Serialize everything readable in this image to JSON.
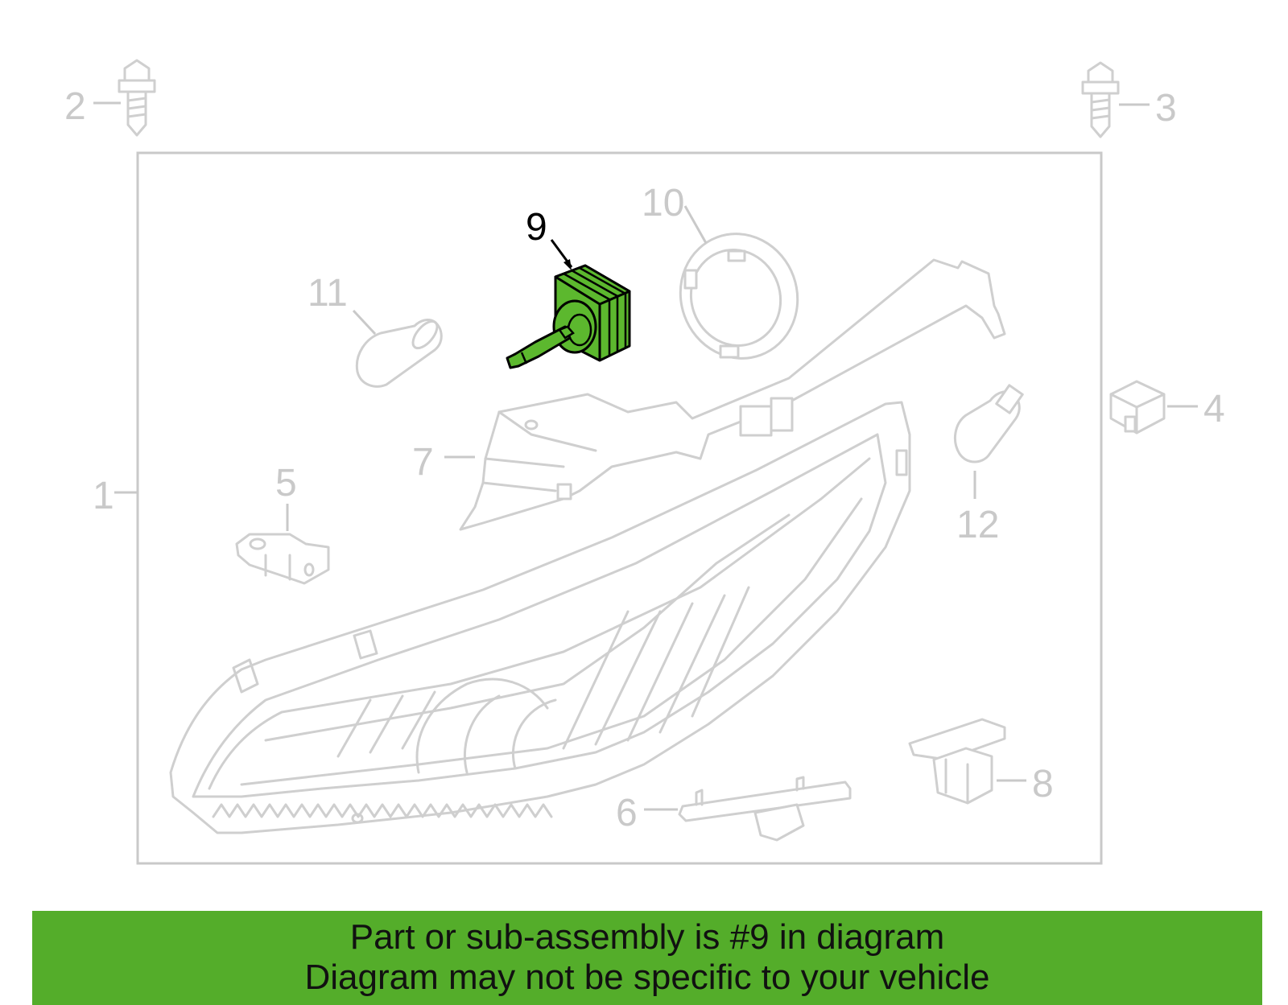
{
  "callouts": {
    "c1": "1",
    "c2": "2",
    "c3": "3",
    "c4": "4",
    "c5": "5",
    "c6": "6",
    "c7": "7",
    "c8": "8",
    "c9": "9",
    "c10": "10",
    "c11": "11",
    "c12": "12"
  },
  "highlight": {
    "part": "9",
    "color": "#5cb82e"
  },
  "banner": {
    "line1": "Part or sub-assembly is #9 in diagram",
    "line2": "Diagram may not be specific to your vehicle",
    "color": "#54ad2a"
  }
}
